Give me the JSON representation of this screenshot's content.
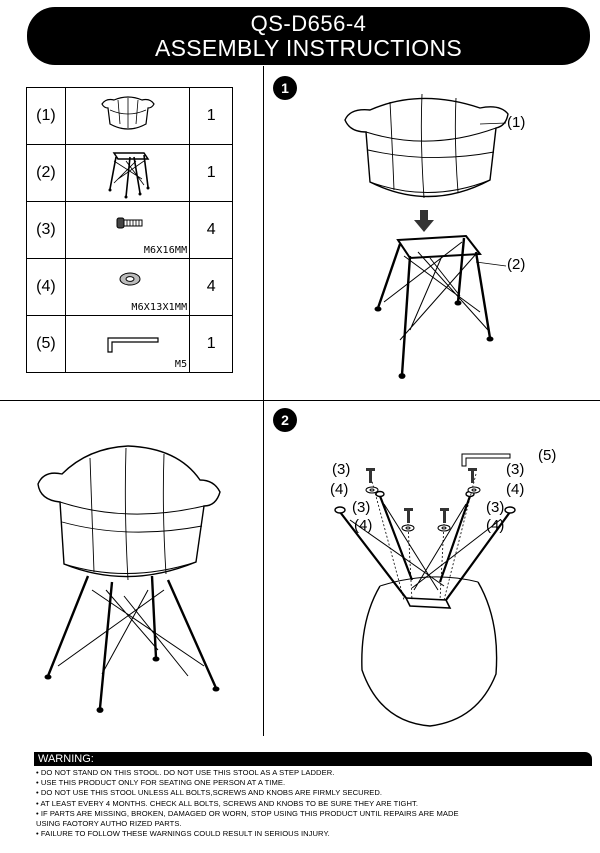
{
  "header": {
    "model_code": "QS-D656-4",
    "title": "ASSEMBLY INSTRUCTIONS"
  },
  "parts": [
    {
      "index": "(1)",
      "icon": "chair-seat-icon",
      "spec": "",
      "qty": "1"
    },
    {
      "index": "(2)",
      "icon": "metal-base-icon",
      "spec": "",
      "qty": "1"
    },
    {
      "index": "(3)",
      "icon": "bolt-icon",
      "spec": "M6X16MM",
      "qty": "4"
    },
    {
      "index": "(4)",
      "icon": "washer-icon",
      "spec": "M6X13X1MM",
      "qty": "4"
    },
    {
      "index": "(5)",
      "icon": "allen-key-icon",
      "spec": "M5",
      "qty": "1"
    }
  ],
  "step1": {
    "number": "1",
    "callouts": [
      "(1)",
      "(2)"
    ]
  },
  "step2": {
    "number": "2",
    "callouts": {
      "allen_key": "(5)",
      "bolt_tl": "(3)",
      "washer_tl": "(4)",
      "bolt_tr": "(3)",
      "washer_tr": "(4)",
      "bolt_ml": "(3)",
      "washer_ml": "(4)",
      "bolt_mr": "(3)",
      "washer_mr": "(4)"
    }
  },
  "warning": {
    "heading": "WARNING:",
    "lines": [
      "• DO NOT STAND ON THIS STOOL. DO NOT USE THIS STOOL AS A STEP LADDER.",
      "• USE THIS PRODUCT ONLY FOR SEATING ONE PERSON AT A TIME.",
      "• DO NOT USE THIS STOOL UNLESS ALL BOLTS,SCREWS AND KNOBS ARE FIRMLY SECURED.",
      "• AT LEAST EVERY 4 MONTHS. CHECK ALL BOLTS, SCREWS AND KNOBS TO BE SURE THEY ARE TIGHT.",
      "• IF PARTS ARE MISSING, BROKEN, DAMAGED OR WORN, STOP USING THIS PRODUCT UNTIL REPAIRS ARE MADE",
      "USING FAOTORY AUTHO RIZED PARTS.",
      "• FAILURE TO FOLLOW THESE WARNINGS COULD RESULT IN SERIOUS INJURY."
    ]
  }
}
